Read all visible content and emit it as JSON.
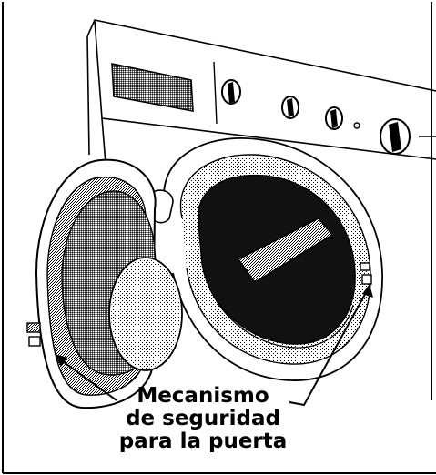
{
  "caption": {
    "line1": "Mecanismo",
    "line2": "de seguridad",
    "line3": "para la puerta"
  },
  "colors": {
    "outline": "#000000",
    "dither": "#8a8a8a",
    "dark_fill": "#1a1a1a",
    "background": "#ffffff"
  }
}
